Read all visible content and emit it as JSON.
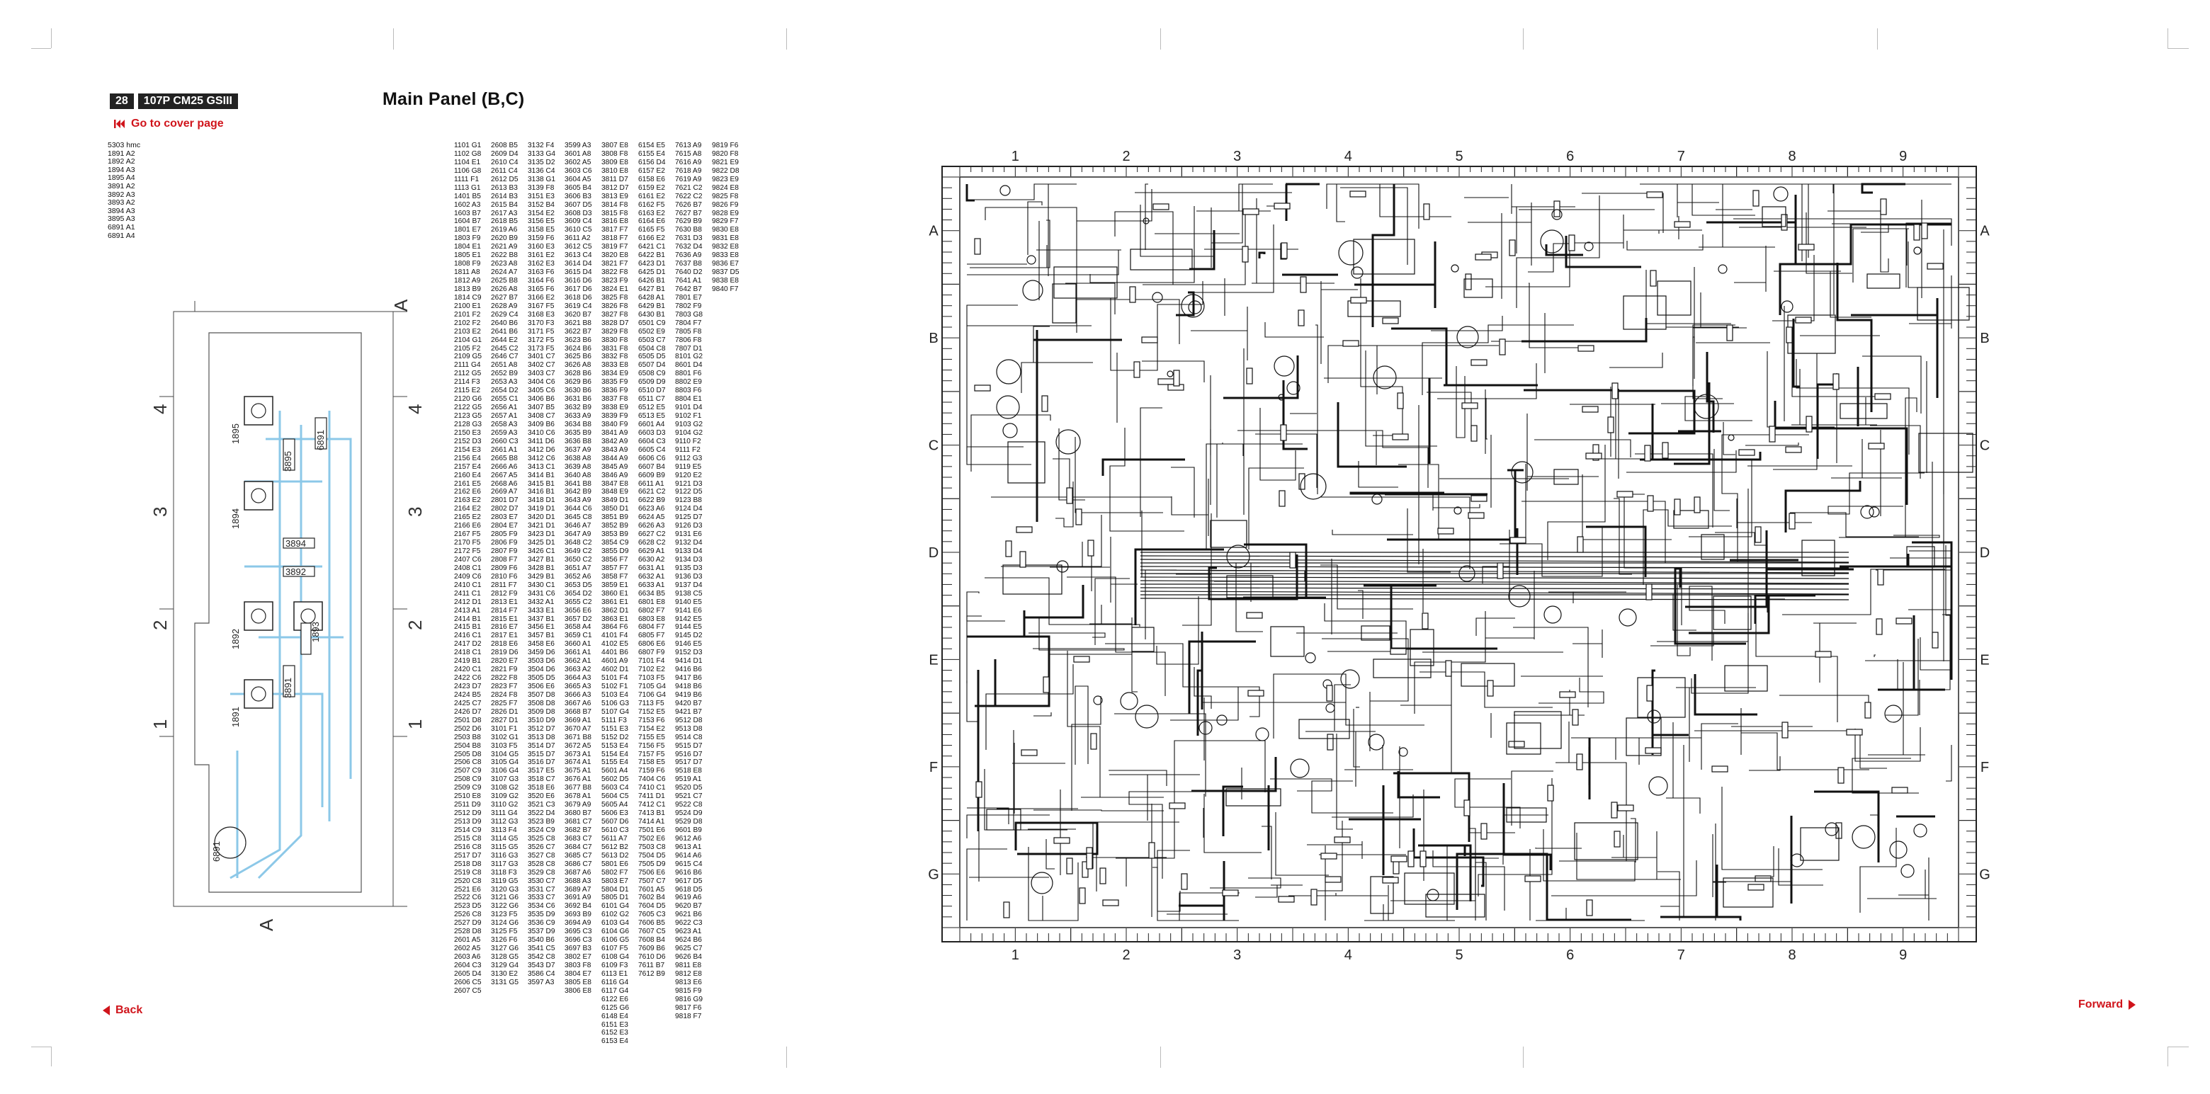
{
  "header": {
    "page_number": "28",
    "model": "107P CM25 GSIII",
    "title": "Main Panel (B,C)",
    "cover_link": "Go to cover page"
  },
  "navigation": {
    "back": "Back",
    "forward": "Forward"
  },
  "small_ref_list": [
    "5303 hmc",
    "1891 A2",
    "1892 A2",
    "1894 A3",
    "1895 A4",
    "3891 A2",
    "3892 A3",
    "3893 A2",
    "3894 A3",
    "3895 A3",
    "6891 A1",
    "6891 A4"
  ],
  "keyboard_panel": {
    "grid_labels": [
      "A",
      "1",
      "2",
      "3",
      "4",
      "A"
    ],
    "components": [
      "1895",
      "1894",
      "1892",
      "1891",
      "3895",
      "3894",
      "3892",
      "3893",
      "3891",
      "6891",
      "6891"
    ]
  },
  "pcb_grid": {
    "columns": [
      "1",
      "2",
      "3",
      "4",
      "5",
      "6",
      "7",
      "8",
      "9"
    ],
    "rows": [
      "A",
      "B",
      "C",
      "D",
      "E",
      "F",
      "G"
    ]
  },
  "ref_table_columns": [
    [
      "1101 G1",
      "1102 G8",
      "1104 E1",
      "1106 G8",
      "1111 F1",
      "1113 G1",
      "1401 B5",
      "1602 A3",
      "1603 B7",
      "1604 B7",
      "1801 E7",
      "1803 F9",
      "1804 E1",
      "1805 E1",
      "1808 F9",
      "1811 A8",
      "1812 A9",
      "1813 B9",
      "1814 C9",
      "2100 E1",
      "2101 F2",
      "2102 F2",
      "2103 E2",
      "2104 G1",
      "2105 F2",
      "2109 G5",
      "2111 G4",
      "2112 G5",
      "2114 F3",
      "2115 E2",
      "2120 G6",
      "2122 G5",
      "2123 G5",
      "2128 G3",
      "2150 E3",
      "2152 D3",
      "2154 E3",
      "2156 E4",
      "2157 E4",
      "2160 E4",
      "2161 E5",
      "2162 E6",
      "2163 E2",
      "2164 E2",
      "2165 E2",
      "2166 E6",
      "2167 F5",
      "2170 F5",
      "2172 F5",
      "2407 C6",
      "2408 C1",
      "2409 C6",
      "2410 C1",
      "2411 C1",
      "2412 D1",
      "2413 A1",
      "2414 B1",
      "2415 B1",
      "2416 C1",
      "2417 D2",
      "2418 C1",
      "2419 B1",
      "2420 C1",
      "2422 C6",
      "2423 D7",
      "2424 B5",
      "2425 C7",
      "2426 D7",
      "2501 D8",
      "2502 D6",
      "2503 B8",
      "2504 B8",
      "2505 D8",
      "2506 C8",
      "2507 C9",
      "2508 C9",
      "2509 C9",
      "2510 E8",
      "2511 D9",
      "2512 D9",
      "2513 D9",
      "2514 C9",
      "2515 C8",
      "2516 C8",
      "2517 D7",
      "2518 D8",
      "2519 C8",
      "2520 C8",
      "2521 E6",
      "2522 C6",
      "2523 D5",
      "2526 C8",
      "2527 D9",
      "2528 D8",
      "2601 A5",
      "2602 A5",
      "2603 A6",
      "2604 C3",
      "2605 D4",
      "2606 C5",
      "2607 C5"
    ],
    [
      "2608 B5",
      "2609 D4",
      "2610 C4",
      "2611 C4",
      "2612 D5",
      "2613 B3",
      "2614 B3",
      "2615 B4",
      "2617 A3",
      "2618 B5",
      "2619 A6",
      "2620 B9",
      "2621 A9",
      "2622 B8",
      "2623 A8",
      "2624 A7",
      "2625 B8",
      "2626 A8",
      "2627 B7",
      "2628 A9",
      "2629 C4",
      "2640 B6",
      "2641 B6",
      "2644 E2",
      "2645 C2",
      "2646 C7",
      "2651 A8",
      "2652 B9",
      "2653 A3",
      "2654 D2",
      "2655 C1",
      "2656 A1",
      "2657 A1",
      "2658 A3",
      "2659 A3",
      "2660 C3",
      "2661 A1",
      "2665 B8",
      "2666 A6",
      "2667 A5",
      "2668 A6",
      "2669 A7",
      "2801 D7",
      "2802 D7",
      "2803 E7",
      "2804 E7",
      "2805 F9",
      "2806 F9",
      "2807 F9",
      "2808 F7",
      "2809 F6",
      "2810 F6",
      "2811 F7",
      "2812 F9",
      "2813 E1",
      "2814 F7",
      "2815 E1",
      "2816 E7",
      "2817 E1",
      "2818 E6",
      "2819 D6",
      "2820 E7",
      "2821 F9",
      "2822 F8",
      "2823 F7",
      "2824 F8",
      "2825 F7",
      "2826 D1",
      "2827 D1",
      "3101 F1",
      "3102 G1",
      "3103 F5",
      "3104 G5",
      "3105 G4",
      "3106 G4",
      "3107 G3",
      "3108 G2",
      "3109 G2",
      "3110 G2",
      "3111 G4",
      "3112 G3",
      "3113 F4",
      "3114 G5",
      "3115 G5",
      "3116 G3",
      "3117 G3",
      "3118 F3",
      "3119 G5",
      "3120 G3",
      "3121 G6",
      "3122 G6",
      "3123 F5",
      "3124 G6",
      "3125 F5",
      "3126 F6",
      "3127 G6",
      "3128 G5",
      "3129 G4",
      "3130 E2",
      "3131 G5"
    ],
    [
      "3132 F4",
      "3133 G4",
      "3135 D2",
      "3136 C4",
      "3138 G1",
      "3139 F8",
      "3151 E3",
      "3152 B4",
      "3154 E2",
      "3156 E5",
      "3158 E5",
      "3159 F6",
      "3160 E3",
      "3161 E2",
      "3162 E3",
      "3163 F6",
      "3164 F6",
      "3165 F6",
      "3166 E2",
      "3167 F5",
      "3168 E3",
      "3170 F3",
      "3171 F5",
      "3172 F5",
      "3173 F5",
      "3401 C7",
      "3402 C7",
      "3403 C7",
      "3404 C6",
      "3405 C6",
      "3406 B6",
      "3407 B5",
      "3408 C7",
      "3409 B6",
      "3410 C6",
      "3411 D6",
      "3412 D6",
      "3412 C6",
      "3413 C1",
      "3414 B1",
      "3415 B1",
      "3416 B1",
      "3418 D1",
      "3419 D1",
      "3420 D1",
      "3421 D1",
      "3423 D1",
      "3425 D1",
      "3426 C1",
      "3427 B1",
      "3428 B1",
      "3429 B1",
      "3430 C1",
      "3431 C6",
      "3432 A1",
      "3433 E1",
      "3437 B1",
      "3456 E1",
      "3457 B1",
      "3458 E6",
      "3459 D6",
      "3503 D6",
      "3504 D6",
      "3505 D5",
      "3506 E6",
      "3507 D8",
      "3508 D8",
      "3509 D8",
      "3510 D9",
      "3512 D7",
      "3513 D8",
      "3514 D7",
      "3515 D7",
      "3516 D7",
      "3517 E5",
      "3518 C7",
      "3518 E6",
      "3520 E6",
      "3521 C3",
      "3522 D4",
      "3523 B9",
      "3524 C9",
      "3525 C8",
      "3526 C7",
      "3527 C8",
      "3528 C8",
      "3529 C8",
      "3530 C7",
      "3531 C7",
      "3533 C7",
      "3534 C6",
      "3535 D9",
      "3536 C9",
      "3537 D9",
      "3540 B6",
      "3541 C5",
      "3542 C8",
      "3543 D7",
      "3586 C4",
      "3597 A3"
    ],
    [
      "3599 A3",
      "3601 A8",
      "3602 A5",
      "3603 C6",
      "3604 A5",
      "3605 B4",
      "3606 B3",
      "3607 D5",
      "3608 D3",
      "3609 C4",
      "3610 C5",
      "3611 A2",
      "3612 C5",
      "3613 C4",
      "3614 D4",
      "3615 D4",
      "3616 D6",
      "3617 D6",
      "3618 D6",
      "3619 C4",
      "3620 B7",
      "3621 B8",
      "3622 B7",
      "3623 B6",
      "3624 B6",
      "3625 B6",
      "3626 A8",
      "3628 B6",
      "3629 B6",
      "3630 B6",
      "3631 B6",
      "3632 B9",
      "3633 A9",
      "3634 B8",
      "3635 B9",
      "3636 B8",
      "3637 A9",
      "3638 A8",
      "3639 A8",
      "3640 A8",
      "3641 B8",
      "3642 B9",
      "3643 A9",
      "3644 C6",
      "3645 C8",
      "3646 A7",
      "3647 A9",
      "3648 C2",
      "3649 C2",
      "3650 C2",
      "3651 A7",
      "3652 A6",
      "3653 D5",
      "3654 D2",
      "3655 C2",
      "3656 E6",
      "3657 D2",
      "3658 A4",
      "3659 C1",
      "3660 A1",
      "3661 A1",
      "3662 A1",
      "3663 A2",
      "3664 A3",
      "3665 A3",
      "3666 A3",
      "3667 A6",
      "3668 B7",
      "3669 A1",
      "3670 A7",
      "3671 B8",
      "3672 A5",
      "3673 A1",
      "3674 A1",
      "3675 A1",
      "3676 A1",
      "3677 B8",
      "3678 A1",
      "3679 A9",
      "3680 B7",
      "3681 C7",
      "3682 B7",
      "3683 C7",
      "3684 C7",
      "3685 C7",
      "3686 C7",
      "3687 A6",
      "3688 A3",
      "3689 A7",
      "3691 A9",
      "3692 B4",
      "3693 B9",
      "3694 A9",
      "3695 C3",
      "3696 C3",
      "3697 B3",
      "3802 E7",
      "3803 F8",
      "3804 E7",
      "3805 E8",
      "3806 E8"
    ],
    [
      "3807 E8",
      "3808 F8",
      "3809 E8",
      "3810 E8",
      "3811 D7",
      "3812 D7",
      "3813 E9",
      "3814 F8",
      "3815 F8",
      "3816 E8",
      "3817 F7",
      "3818 F7",
      "3819 F7",
      "3820 E8",
      "3821 F7",
      "3822 F8",
      "3823 F9",
      "3824 E1",
      "3825 F8",
      "3826 F8",
      "3827 F8",
      "3828 D7",
      "3829 F8",
      "3830 F8",
      "3831 F8",
      "3832 F8",
      "3833 E8",
      "3834 E9",
      "3835 F9",
      "3836 F9",
      "3837 F8",
      "3838 E9",
      "3839 F9",
      "3840 F9",
      "3841 A9",
      "3842 A9",
      "3843 A9",
      "3844 A9",
      "3845 A9",
      "3846 A9",
      "3847 E8",
      "3848 E9",
      "3849 D1",
      "3850 D1",
      "3851 B9",
      "3852 B9",
      "3853 B9",
      "3854 C9",
      "3855 D9",
      "3856 F7",
      "3857 F7",
      "3858 F7",
      "3859 E1",
      "3860 E1",
      "3861 E1",
      "3862 D1",
      "3863 E1",
      "3864 F6",
      "4101 F4",
      "4102 E5",
      "4401 B6",
      "4601 A9",
      "4602 D1",
      "5101 F4",
      "5102 F1",
      "5103 E4",
      "5106 G3",
      "5107 G4",
      "5111 F3",
      "5151 E3",
      "5152 D2",
      "5153 E4",
      "5154 E4",
      "5155 E4",
      "5601 A4",
      "5602 D5",
      "5603 C4",
      "5604 C5",
      "5605 A4",
      "5606 E3",
      "5607 D6",
      "5610 C3",
      "5611 A7",
      "5612 B2",
      "5613 D2",
      "5801 E6",
      "5802 F7",
      "5803 E7",
      "5804 D1",
      "5805 D1",
      "6101 G4",
      "6102 G2",
      "6103 G4",
      "6104 G6",
      "6106 G5",
      "6107 F5",
      "6108 G4",
      "6109 F3",
      "6113 E1",
      "6116 G4",
      "6117 G4",
      "6122 E6",
      "6125 G6",
      "6148 E4",
      "6151 E3",
      "6152 E3",
      "6153 E4"
    ],
    [
      "6154 E5",
      "6155 E4",
      "6156 D4",
      "6157 E2",
      "6158 E6",
      "6159 E2",
      "6161 E2",
      "6162 F5",
      "6163 E2",
      "6164 E6",
      "6165 F5",
      "6166 E2",
      "6421 C1",
      "6422 B1",
      "6423 D1",
      "6425 D1",
      "6426 B1",
      "6427 B1",
      "6428 A1",
      "6429 B1",
      "6430 B1",
      "6501 C9",
      "6502 E9",
      "6503 C7",
      "6504 C8",
      "6505 D5",
      "6507 D4",
      "6508 C9",
      "6509 D9",
      "6510 D7",
      "6511 C7",
      "6512 E5",
      "6513 E5",
      "6601 A4",
      "6603 D3",
      "6604 C3",
      "6605 C4",
      "6606 C6",
      "6607 B4",
      "6609 B9",
      "6611 A1",
      "6621 C2",
      "6622 B9",
      "6623 A6",
      "6624 A5",
      "6626 A3",
      "6627 C2",
      "6628 C2",
      "6629 A1",
      "6630 A2",
      "6631 A1",
      "6632 A1",
      "6633 A1",
      "6634 B5",
      "6801 E8",
      "6802 F7",
      "6803 E8",
      "6804 F7",
      "6805 F7",
      "6806 E6",
      "6807 F9",
      "7101 F4",
      "7102 E2",
      "7103 F5",
      "7105 G4",
      "7106 G4",
      "7113 F5",
      "7152 E5",
      "7153 F6",
      "7154 E2",
      "7155 E5",
      "7156 F5",
      "7157 F5",
      "7158 E5",
      "7159 F6",
      "7404 C6",
      "7410 C1",
      "7411 D1",
      "7412 C1",
      "7413 B1",
      "7414 A1",
      "7501 E6",
      "7502 E6",
      "7503 C8",
      "7504 D5",
      "7505 D9",
      "7506 E6",
      "7507 C7",
      "7601 A5",
      "7602 B4",
      "7604 D5",
      "7605 C3",
      "7606 B5",
      "7607 C5",
      "7608 B4",
      "7609 B6",
      "7610 D6",
      "7611 B7",
      "7612 B9"
    ],
    [
      "7613 A9",
      "7615 A8",
      "7616 A9",
      "7618 A9",
      "7619 A9",
      "7621 C2",
      "7622 C2",
      "7626 B7",
      "7627 B7",
      "7629 B9",
      "7630 B8",
      "7631 D3",
      "7632 D4",
      "7636 A9",
      "7637 B8",
      "7640 D2",
      "7641 A1",
      "7642 B7",
      "7801 E7",
      "7802 F9",
      "7803 G8",
      "7804 F7",
      "7805 F8",
      "7806 F8",
      "7807 D1",
      "8101 G2",
      "8601 D4",
      "8801 F6",
      "8802 E9",
      "8803 F6",
      "8804 E1",
      "9101 D4",
      "9102 F1",
      "9103 G2",
      "9104 G2",
      "9110 F2",
      "9111 F2",
      "9112 G3",
      "9119 E5",
      "9120 E2",
      "9121 D3",
      "9122 D5",
      "9123 B8",
      "9124 D4",
      "9125 D7",
      "9126 D3",
      "9131 E6",
      "9132 D4",
      "9133 D4",
      "9134 D3",
      "9135 D3",
      "9136 D3",
      "9137 D4",
      "9138 C5",
      "9140 E5",
      "9141 E6",
      "9142 E5",
      "9144 E5",
      "9145 D2",
      "9146 E5",
      "9152 D3",
      "9414 D1",
      "9416 B6",
      "9417 B6",
      "9418 B6",
      "9419 B6",
      "9420 B7",
      "9421 B7",
      "9512 D8",
      "9513 D8",
      "9514 C8",
      "9515 D7",
      "9516 D7",
      "9517 D7",
      "9518 E8",
      "9519 A1",
      "9520 D5",
      "9521 C7",
      "9522 C8",
      "9524 D9",
      "9529 D8",
      "9601 B9",
      "9612 A6",
      "9613 A1",
      "9614 A6",
      "9615 C4",
      "9616 B6",
      "9617 D5",
      "9618 D5",
      "9619 A6",
      "9620 B7",
      "9621 B6",
      "9622 C3",
      "9623 A1",
      "9624 B6",
      "9625 C7",
      "9626 B4",
      "9811 E8",
      "9812 E8",
      "9813 E6",
      "9815 F9",
      "9816 G9",
      "9817 F6",
      "9818 F7"
    ],
    [
      "9819 F6",
      "9820 F8",
      "9821 E9",
      "9822 D8",
      "9823 E9",
      "9824 E8",
      "9825 F8",
      "9826 F9",
      "9828 E9",
      "9829 F7",
      "9830 E8",
      "9831 E8",
      "9832 E8",
      "9833 E8",
      "9836 E7",
      "9837 D5",
      "9838 E8",
      "9840 F7"
    ]
  ]
}
